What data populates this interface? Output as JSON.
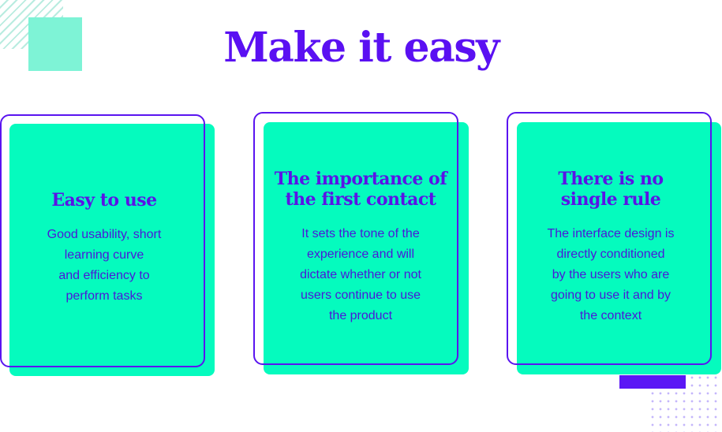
{
  "page": {
    "title": "Make it easy"
  },
  "cards": [
    {
      "heading": "Easy to use",
      "body": "Good usability, short\nlearning curve\nand efficiency to\nperform tasks"
    },
    {
      "heading": "The importance of\nthe first contact",
      "body": "It sets the tone of the\nexperience and will\ndictate whether or not\nusers continue to use\nthe product"
    },
    {
      "heading": "There is no\nsingle rule",
      "body": "The interface design is\ndirectly conditioned\nby the users who are\ngoing to use it and by\nthe context"
    }
  ],
  "colors": {
    "accent": "#5a10f2",
    "card_fill": "#05fbbe",
    "deco_square": "#7ef3d6",
    "background": "#ffffff"
  }
}
